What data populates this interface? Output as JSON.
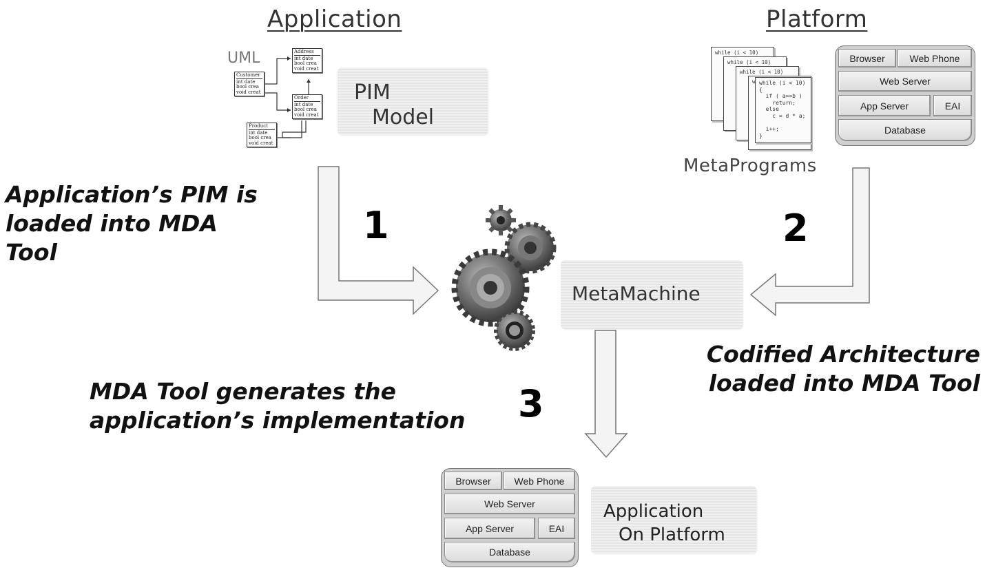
{
  "application_heading": "Application",
  "platform_heading": "Platform",
  "uml_label": "UML",
  "uml_classes": [
    {
      "name": "Customer",
      "fields": [
        "int date",
        "bool crea",
        "void creat"
      ]
    },
    {
      "name": "Address",
      "fields": [
        "int date",
        "bool crea",
        "void creat"
      ]
    },
    {
      "name": "Order",
      "fields": [
        "int date",
        "bool crea",
        "void creat"
      ]
    },
    {
      "name": "Product",
      "fields": [
        "int date",
        "bool crea",
        "void creat"
      ]
    }
  ],
  "pim_model": {
    "line1": "PIM",
    "line2": "Model"
  },
  "metaprograms_label": "MetaPrograms",
  "code_snippet": {
    "header": "while (i < 10)",
    "full": "while (i < 10)\n{\n  if ( a==b )\n    return;\n  else\n    c = d * a;\n\n  i++;\n}"
  },
  "platform_stack": {
    "browser": "Browser",
    "web_phone": "Web Phone",
    "web_server": "Web Server",
    "app_server": "App Server",
    "eai": "EAI",
    "database": "Database"
  },
  "metamachine_label": "MetaMachine",
  "steps": [
    {
      "number": "1",
      "caption": [
        "Application’s PIM is",
        "loaded into MDA",
        "Tool"
      ]
    },
    {
      "number": "2",
      "caption": [
        "Codified Architecture",
        "loaded into MDA Tool"
      ]
    },
    {
      "number": "3",
      "caption": [
        "MDA Tool generates the",
        "application’s implementation"
      ]
    }
  ],
  "application_on_platform": {
    "line1": "Application",
    "line2": "On Platform"
  },
  "colors": {
    "arrow_fill": "#f4f4f4",
    "arrow_stroke": "#777777",
    "gear": "#555555"
  }
}
